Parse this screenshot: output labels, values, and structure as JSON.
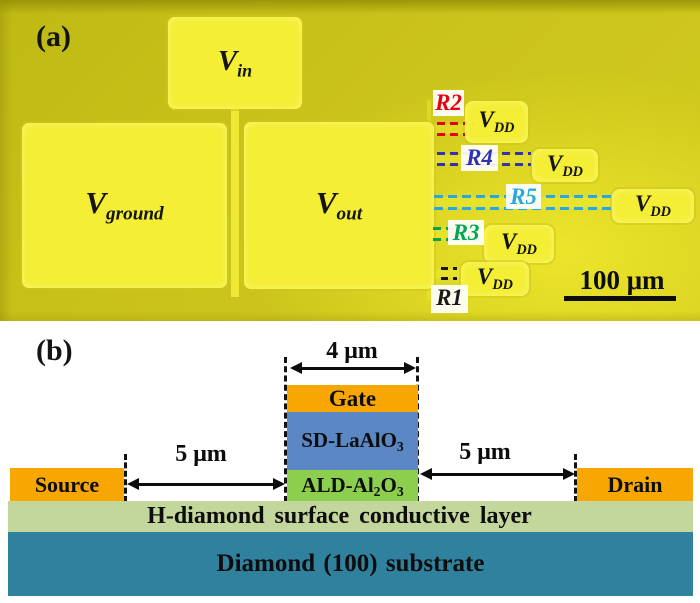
{
  "figure": {
    "panel_a": {
      "tag": "(a)",
      "pads": {
        "vin": {
          "base": "V",
          "sub": "in"
        },
        "vground": {
          "base": "V",
          "sub": "ground"
        },
        "vout": {
          "base": "V",
          "sub": "out"
        },
        "vdd": {
          "base": "V",
          "sub": "DD"
        }
      },
      "resistors": {
        "r1": {
          "label": "R1",
          "color": "#1a1a1a"
        },
        "r2": {
          "label": "R2",
          "color": "#e60012"
        },
        "r3": {
          "label": "R3",
          "color": "#00a651"
        },
        "r4": {
          "label": "R4",
          "color": "#3232b4"
        },
        "r5": {
          "label": "R5",
          "color": "#29a8e0"
        }
      },
      "scale_bar": {
        "label": "100 μm"
      },
      "colors": {
        "background": "#cac31b",
        "pad": "#f4ee35"
      }
    },
    "panel_b": {
      "tag": "(b)",
      "dimensions": {
        "gate_length": "4 μm",
        "source_gate_gap": "5 μm",
        "gate_drain_gap": "5 μm"
      },
      "layers": {
        "gate": {
          "label": "Gate",
          "color": "#f8a702"
        },
        "sd_laalo3": {
          "base": "SD-LaAlO",
          "sub": "3",
          "color": "#5b87c5"
        },
        "ald_al2o3": {
          "p1": "ALD-Al",
          "s1": "2",
          "p2": "O",
          "s2": "3",
          "color": "#8cce4d"
        },
        "source": {
          "label": "Source",
          "color": "#f8a702"
        },
        "drain": {
          "label": "Drain",
          "color": "#f8a702"
        },
        "h_diamond": {
          "label": "H-diamond surface conductive layer",
          "color": "#c3d69b"
        },
        "substrate": {
          "label": "Diamond (100) substrate",
          "color": "#2f819d"
        }
      }
    }
  }
}
